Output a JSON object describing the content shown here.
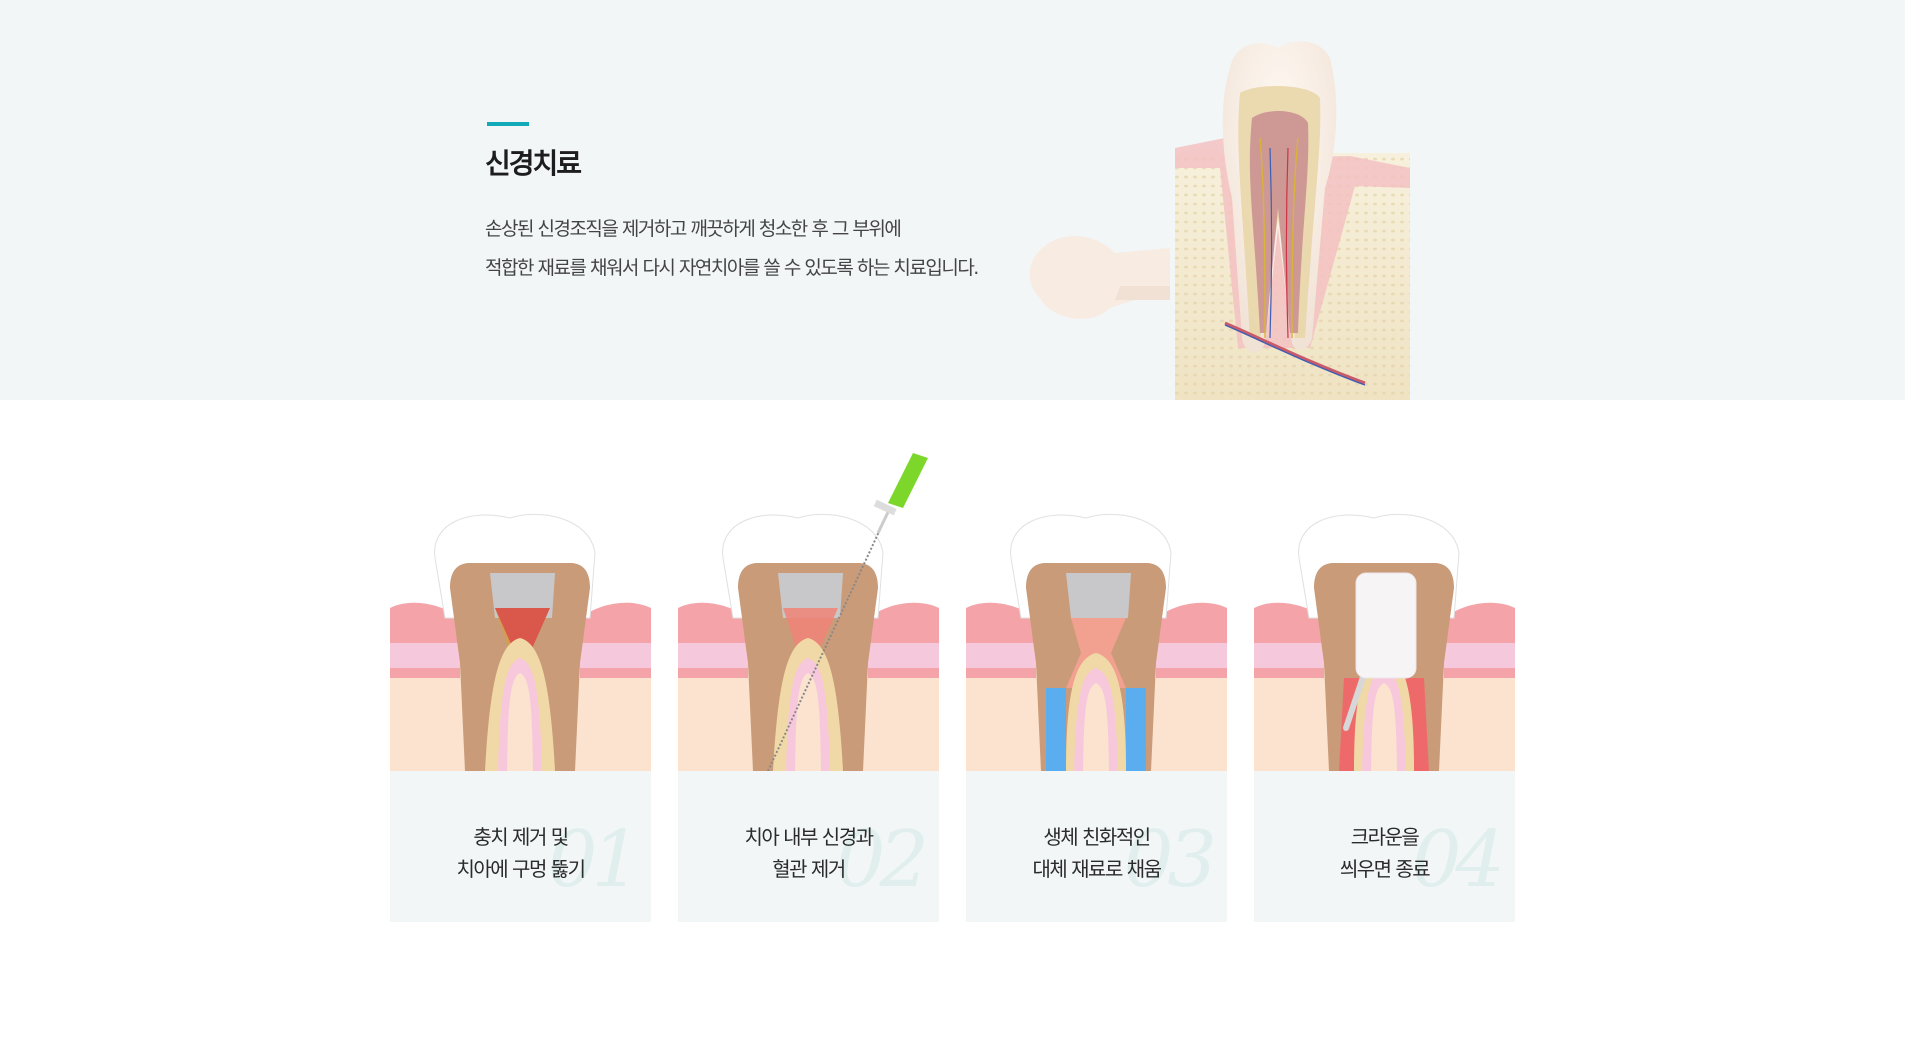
{
  "hero": {
    "accent_color": "#12a9b9",
    "title": "신경치료",
    "description_lines": [
      "손상된 신경조직을 제거하고 깨끗하게 청소한 후 그 부위에",
      "적합한 재료를 채워서 다시 자연치아를 쓸 수 있도록 하는 치료입니다."
    ],
    "illustration": "tooth-cross-section-icon"
  },
  "steps": [
    {
      "number": "01",
      "line1": "충치 제거 및",
      "line2": "치아에 구멍 뚫기",
      "illustration": "tooth-drilled-icon"
    },
    {
      "number": "02",
      "line1": "치아 내부 신경과",
      "line2": "혈관 제거",
      "illustration": "tooth-file-icon"
    },
    {
      "number": "03",
      "line1": "생체 친화적인",
      "line2": "대체 재료로 채움",
      "illustration": "tooth-filled-icon"
    },
    {
      "number": "04",
      "line1": "크라운을",
      "line2": "씌우면 종료",
      "illustration": "tooth-crown-icon"
    }
  ]
}
